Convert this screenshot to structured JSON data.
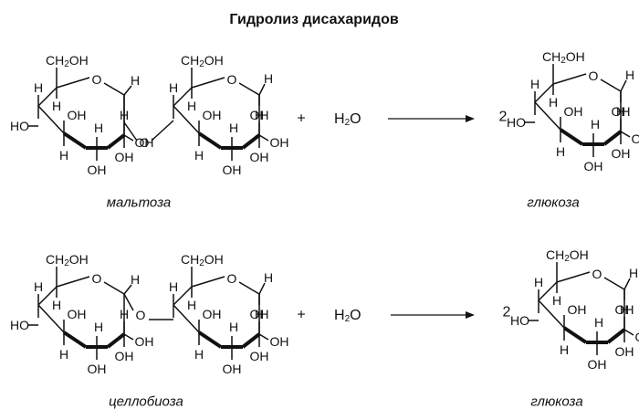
{
  "title": "Гидролиз дисахаридов",
  "labels": {
    "ch2oh_a": "CH",
    "ch2oh_sub": "2",
    "ch2oh_b": "OH",
    "h": "H",
    "oh": "OH",
    "ho": "HO",
    "o": "O",
    "plus": "+",
    "water_a": "H",
    "water_sub": "2",
    "water_b": "O",
    "coef": "2"
  },
  "reactions": [
    {
      "reactant": "мальтоза",
      "product": "глюкоза"
    },
    {
      "reactant": "целлобиоза",
      "product": "глюкоза"
    }
  ],
  "icons": {
    "arrow": "reaction-arrow-icon"
  }
}
